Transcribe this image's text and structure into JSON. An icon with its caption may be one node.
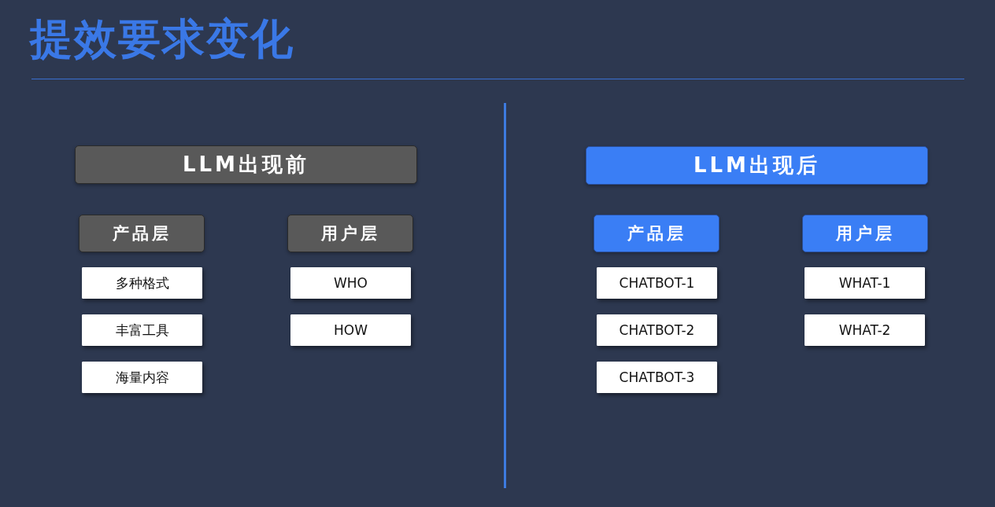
{
  "diagram": {
    "title": "提效要求变化",
    "nodes": [
      {
        "text": [
          "LLM出现前"
        ]
      },
      {
        "text": [
          "产品层"
        ]
      },
      {
        "text": [
          "用户层"
        ]
      },
      {
        "text": [
          "多种格式"
        ]
      },
      {
        "text": [
          "丰富工具"
        ]
      },
      {
        "text": [
          "海量内容"
        ]
      },
      {
        "text": [
          "WHO"
        ]
      },
      {
        "text": [
          "HOW"
        ]
      },
      {
        "text": [
          "LLM出现后"
        ]
      },
      {
        "text": [
          "产品层"
        ]
      },
      {
        "text": [
          "用户层"
        ]
      },
      {
        "text": [
          "CHATBOT-1"
        ]
      },
      {
        "text": [
          "CHATBOT-2"
        ]
      },
      {
        "text": [
          "CHATBOT-3"
        ]
      },
      {
        "text": [
          "WHAT-1"
        ]
      },
      {
        "text": [
          "WHAT-2"
        ]
      }
    ]
  }
}
